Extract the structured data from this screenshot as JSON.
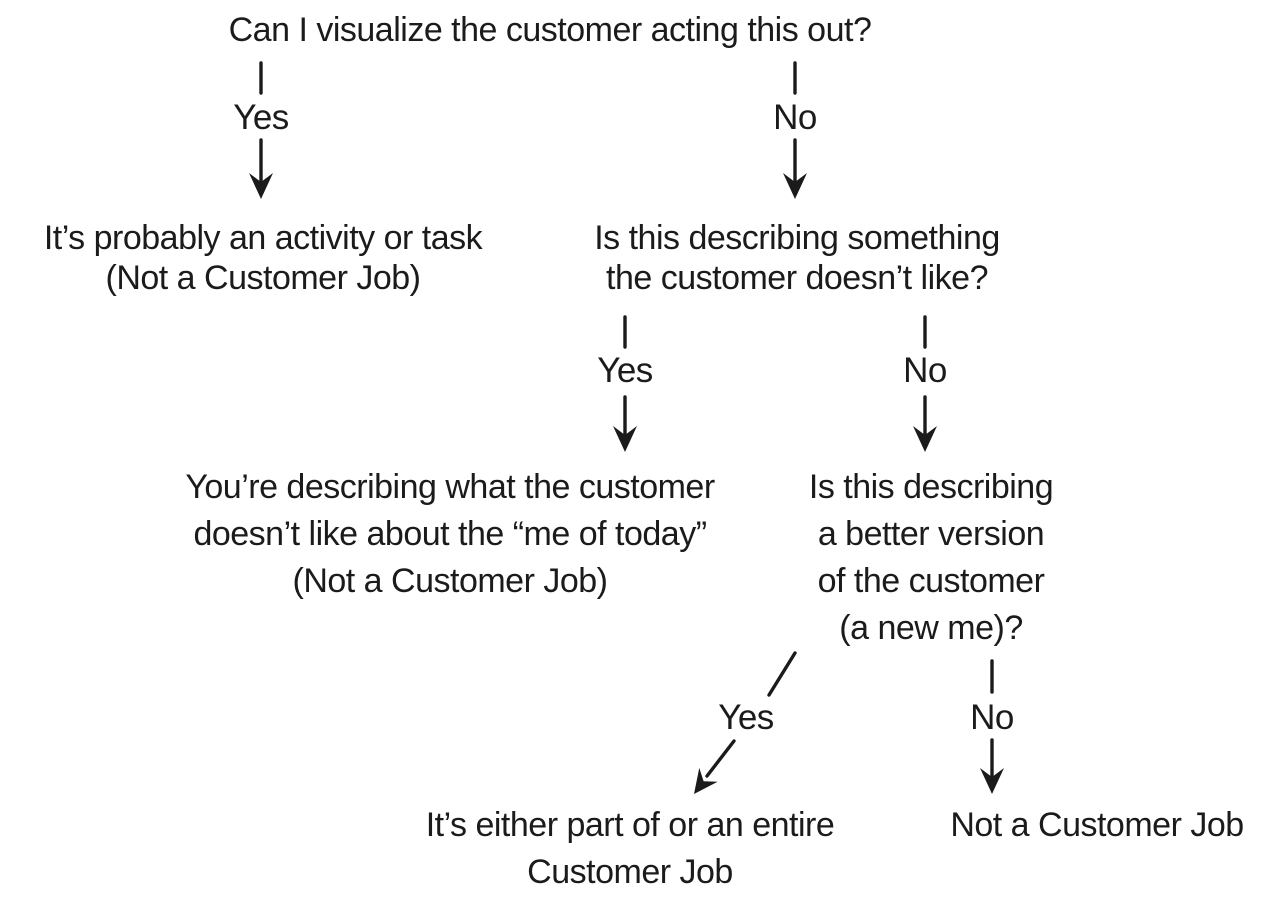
{
  "diagram": {
    "description": "Customer Job decision flowchart",
    "colors": {
      "text": "#1b1b1b",
      "background": "#ffffff"
    },
    "nodes": {
      "root": {
        "lines": [
          "Can I visualize the customer acting this out?"
        ]
      },
      "activity_task": {
        "lines": [
          "It’s probably an activity or task",
          "(Not a Customer Job)"
        ]
      },
      "q_dislike": {
        "lines": [
          "Is this describing something",
          "the customer doesn’t like?"
        ]
      },
      "me_of_today": {
        "lines": [
          "You’re describing what the customer",
          "doesn’t like about the “me of today”",
          "(Not a Customer Job)"
        ]
      },
      "q_better_version": {
        "lines": [
          "Is this describing",
          "a better version",
          "of the customer",
          "(a new me)?"
        ]
      },
      "customer_job": {
        "lines": [
          "It’s either part of or an entire",
          "Customer Job"
        ]
      },
      "not_customer_job": {
        "lines": [
          "Not a Customer Job"
        ]
      }
    },
    "edges": {
      "level1_yes": {
        "label": "Yes"
      },
      "level1_no": {
        "label": "No"
      },
      "level2_yes": {
        "label": "Yes"
      },
      "level2_no": {
        "label": "No"
      },
      "level3_yes": {
        "label": "Yes"
      },
      "level3_no": {
        "label": "No"
      }
    }
  }
}
